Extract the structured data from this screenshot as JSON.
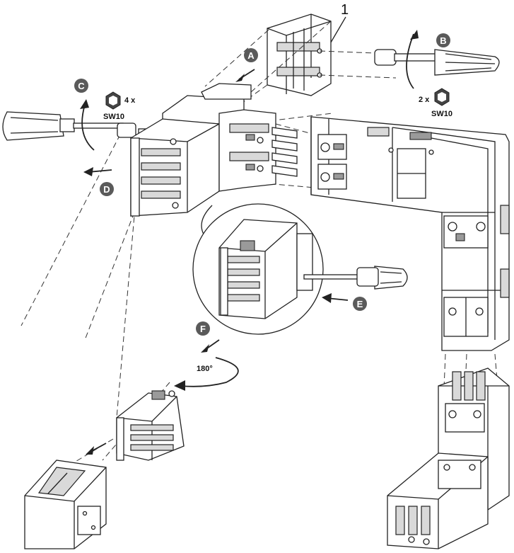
{
  "callout": {
    "number": "1"
  },
  "steps": {
    "a": "A",
    "b": "B",
    "c": "C",
    "d": "D",
    "e": "E",
    "f": "F"
  },
  "tool_specs": {
    "left_count": "4 x",
    "left_size": "SW10",
    "right_count": "2 x",
    "right_size": "SW10"
  },
  "rotation": {
    "label": "180°"
  },
  "colors": {
    "badge": "#5a5a5a",
    "line": "#222222",
    "shade": "#d9d9d9"
  }
}
